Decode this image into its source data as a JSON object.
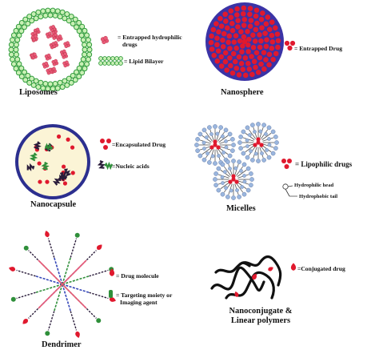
{
  "colors": {
    "lipid_green": "#2e9a3a",
    "lipid_light": "#c9f0b5",
    "drug_red": "#e0192e",
    "drug_pink": "#e85a78",
    "nanosphere_blue": "#3b33a6",
    "capsule_cream": "#fbf4d6",
    "capsule_border": "#2c2f8f",
    "micelle_head": "#9ab6de",
    "dark_chain": "#2a1c3a",
    "dendrimer_blue": "#3446b8",
    "dendrimer_green": "#2f8f3a",
    "polymer_black": "#111111"
  },
  "panels": {
    "liposomes": {
      "title": "Liposomes",
      "legend": {
        "drug": "= Entrapped hydrophilic",
        "drug_line2": "drugs",
        "bilayer": "= Lipid Bilayer"
      }
    },
    "nanosphere": {
      "title": "Nanosphere",
      "legend": {
        "drug": "= Entrapped Drug"
      }
    },
    "nanocapsule": {
      "title": "Nanocapsule",
      "legend": {
        "drug": "=Encapsulated Drug",
        "nucleic": "=Nucleic acids"
      }
    },
    "micelles": {
      "title": "Micelles",
      "legend": {
        "drug": "= Lipophilic drugs",
        "head": "Hydrophilic head",
        "tail": "Hydrophobic tail"
      }
    },
    "dendrimer": {
      "title": "Dendrimer",
      "legend": {
        "drug": "= Drug molecule",
        "target": "= Targeting moiety or",
        "target_line2": "Imaging agent"
      }
    },
    "nanoconjugate": {
      "title": "Nanoconjugate &",
      "title_line2": "Linear polymers",
      "legend": {
        "drug": "=Conjugated drug"
      }
    }
  }
}
